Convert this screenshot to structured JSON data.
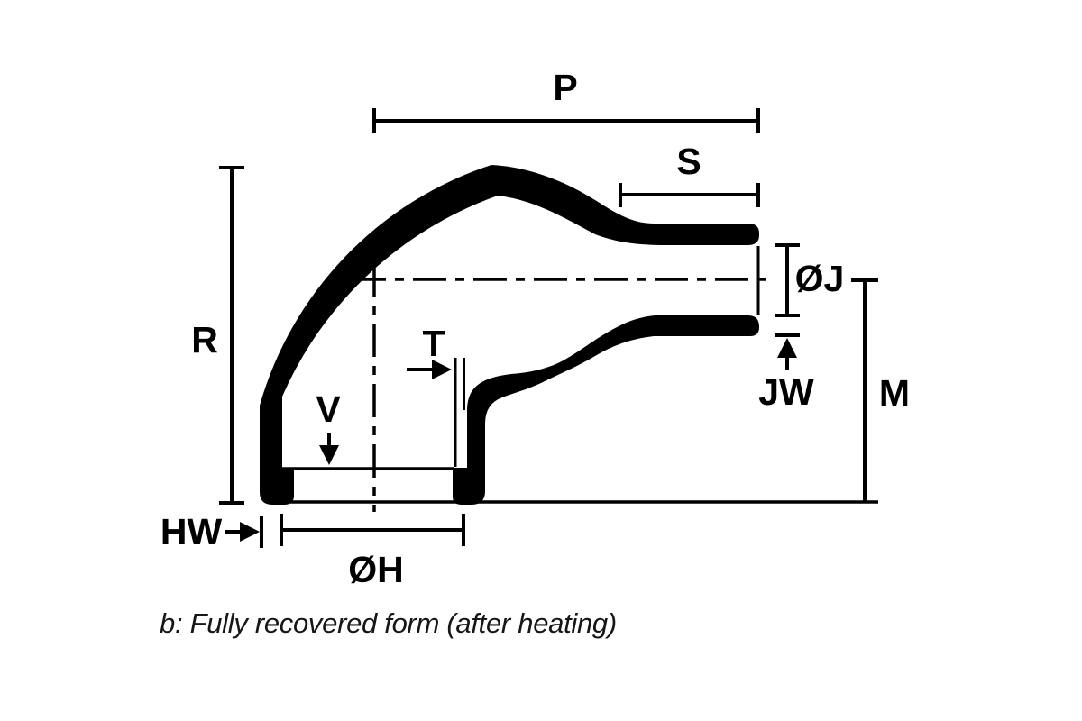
{
  "figure": {
    "type": "technical-dimension-diagram",
    "subject": "right-angle heat-shrink boot, side section view",
    "caption": "b: Fully recovered form (after heating)",
    "colors": {
      "ink": "#000000",
      "background": "#ffffff",
      "caption_text": "#161616"
    },
    "dimension_labels": {
      "p": "P",
      "s": "S",
      "r": "R",
      "oj": "ØJ",
      "jw": "JW",
      "m": "M",
      "t": "T",
      "v": "V",
      "hw": "HW",
      "oh": "ØH"
    }
  }
}
